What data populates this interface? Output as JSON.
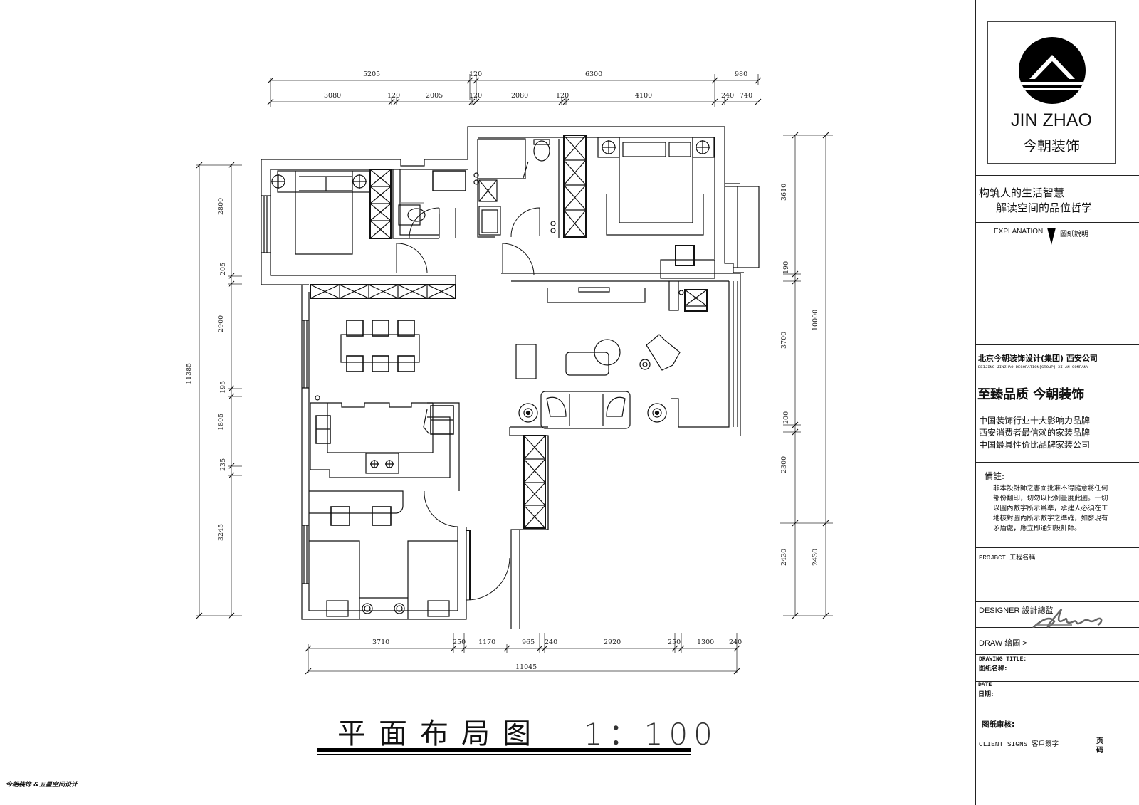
{
  "drawing": {
    "title": "平面布局图",
    "scale": "1：100",
    "footer_credit": "今朝装饰 &五星空间设计"
  },
  "dimensions": {
    "top_outer": [
      "5205",
      "120",
      "6300",
      "980"
    ],
    "top_inner": [
      "3080",
      "120",
      "2005",
      "120",
      "2080",
      "120",
      "4100",
      "240",
      "740"
    ],
    "bottom_inner": [
      "3710",
      "250",
      "1170",
      "965",
      "240",
      "2920",
      "250",
      "1300",
      "240"
    ],
    "bottom_total": "11045",
    "left_total": "11385",
    "left_segments": [
      "2800",
      "205",
      "2900",
      "195",
      "1805",
      "235",
      "3245"
    ],
    "right_total": "10000",
    "right_segments": [
      "3610",
      "190",
      "3700",
      "200",
      "2300",
      "2430"
    ],
    "right_outer_last": "2430"
  },
  "rooms": [
    {
      "name": "secondary-bedroom",
      "furniture": [
        "double-bed",
        "nightstand",
        "nightstand",
        "wardrobe"
      ]
    },
    {
      "name": "bathroom-1",
      "furniture": [
        "shower",
        "toilet",
        "washbasin"
      ]
    },
    {
      "name": "bathroom-2",
      "furniture": [
        "shower",
        "toilet",
        "washbasin",
        "washing-machine"
      ]
    },
    {
      "name": "master-bedroom",
      "furniture": [
        "double-bed",
        "nightstand",
        "nightstand",
        "wardrobe",
        "desk",
        "chair"
      ]
    },
    {
      "name": "dining-area",
      "furniture": [
        "dining-table",
        "chair",
        "chair",
        "chair",
        "chair",
        "chair",
        "chair",
        "sideboard"
      ]
    },
    {
      "name": "living-room",
      "furniture": [
        "tv-cabinet",
        "coffee-table",
        "side-table",
        "lounge-chair",
        "sofa",
        "floor-lamp",
        "floor-lamp"
      ]
    },
    {
      "name": "kitchen",
      "furniture": [
        "sink",
        "stove",
        "refrigerator"
      ]
    },
    {
      "name": "study-room",
      "furniture": [
        "desk",
        "chair",
        "chair",
        "bunk-bed",
        "bunk-bed"
      ]
    },
    {
      "name": "entry",
      "furniture": [
        "shoe-cabinet"
      ]
    }
  ],
  "title_block": {
    "logo_en": "JIN ZHAO",
    "logo_cn": "今朝装饰",
    "slogan_line1": "构筑人的生活智慧",
    "slogan_line2": "解读空间的品位哲学",
    "explanation_en": "EXPLANATION",
    "explanation_cn": "圖紙說明",
    "company_cn": "北京今朝装饰设计(集团) 西安公司",
    "company_en": "BEIJING JINZHAO DECORATION(GROUP) XI'AN COMPANY",
    "quality_slogan": "至臻品质  今朝装饰",
    "claims": [
      "中国装饰行业十大影响力品牌",
      "西安消费者最信赖的家装品牌",
      "中国最具性价比品牌家装公司"
    ],
    "notes_title": "備註:",
    "notes_body": "非本設計師之書面批准不得隨意將任何部份翻印，切勿以比例量度此圖。一切以圖內數字所示爲準，承建人必須在工地核對圖內所示數字之準確，如發現有矛盾處，應立即通知設計師。",
    "project_label": "PROJBCT 工程名稱",
    "designer_label": "DESIGNER 設計總監",
    "draw_label": "DRAW 繪圖 >",
    "drawing_title_label_en": "DRAWING TITLE:",
    "drawing_title_label_cn": "图纸名称:",
    "date_label_en": "DATE",
    "date_label_cn": "日期:",
    "review_label": "图纸审核:",
    "client_label": "CLIENT SIGNS 客戶簽字",
    "page_label": "页码"
  }
}
